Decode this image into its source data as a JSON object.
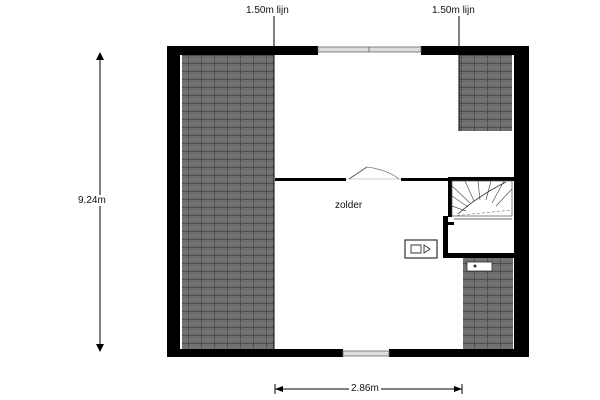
{
  "plan": {
    "room_label": "zolder",
    "height_dimension": "9.24m",
    "width_dimension": "2.86m",
    "sightline_left": "1.50m lijn",
    "sightline_right": "1.50m lijn"
  },
  "colors": {
    "wall": "#000000",
    "roof_tile": "#6f6f6f",
    "roof_tile_seam": "#4c4c4c",
    "floor": "#ffffff",
    "window": "#dcdcdc"
  },
  "icons": [
    "roof-slope-tiles",
    "door-swing-icon",
    "staircase-icon",
    "boiler-icon",
    "sink-icon"
  ]
}
